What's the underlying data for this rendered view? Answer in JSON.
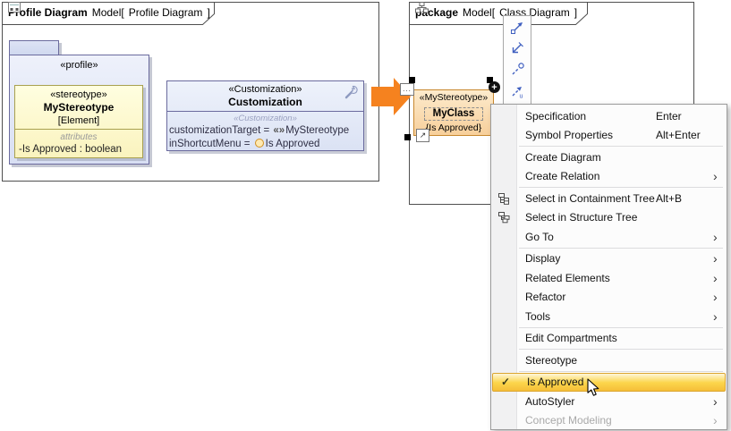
{
  "colors": {
    "orange_arrow": "#F5821F",
    "frame_border": "#4F4F4F",
    "package_fill": "#E6EBF8",
    "package_border": "#6B6B9E",
    "stereotype_fill": "#FDFACE",
    "stereotype_border": "#A8A04F",
    "customization_fill": "#E7EDF9",
    "myclass_fill": "#FAD9A8",
    "myclass_border": "#C8882F",
    "menu_highlight_top": "#FEF6D8",
    "menu_highlight_bottom": "#F5BE38",
    "menu_highlight_border": "#DBA52F",
    "toolbar_icon_blue": "#4060C0"
  },
  "glyphs": {
    "submenu_arrow": "›",
    "checkmark": "✓",
    "plus": "+",
    "dots": "...",
    "corner_arrow": "↗",
    "guillemets": "«»"
  },
  "left_diagram": {
    "title": "Profile Diagram",
    "owner": "Model[",
    "diagram_name": "Profile Diagram",
    "close_bracket": "]",
    "package_label": "«profile»",
    "stereotype_class": {
      "stereotype": "«stereotype»",
      "name": "MyStereotype",
      "metaclass": "[Element]",
      "compartment": "attributes",
      "attribute": "-Is Approved : boolean"
    },
    "customization_class": {
      "stereotype": "«Customization»",
      "name": "Customization",
      "body_stereotype": "«Customization»",
      "target_label": "customizationTarget = ",
      "target_value": "MyStereotype",
      "menu_label": "inShortcutMenu = ",
      "menu_value": "Is Approved"
    }
  },
  "right_diagram": {
    "title": "package",
    "owner": "Model[",
    "diagram_name": "Class Diagram",
    "close_bracket": "]",
    "my_class": {
      "stereotype": "«MyStereotype»",
      "name": "MyClass",
      "constraint": "{Is Approved}"
    }
  },
  "context_menu": {
    "items": [
      {
        "label": "Specification",
        "shortcut": "Enter"
      },
      {
        "label": "Symbol Properties",
        "shortcut": "Alt+Enter"
      },
      {
        "label": "Create Diagram"
      },
      {
        "label": "Create Relation",
        "has_submenu": true
      },
      {
        "label": "Select in Containment Tree",
        "shortcut": "Alt+B",
        "icon": "containment-tree-icon"
      },
      {
        "label": "Select in Structure Tree",
        "icon": "structure-tree-icon"
      },
      {
        "label": "Go To",
        "has_submenu": true
      },
      {
        "label": "Display",
        "has_submenu": true
      },
      {
        "label": "Related Elements",
        "has_submenu": true
      },
      {
        "label": "Refactor",
        "has_submenu": true
      },
      {
        "label": "Tools",
        "has_submenu": true
      },
      {
        "label": "Edit Compartments"
      },
      {
        "label": "Stereotype"
      },
      {
        "label": "Is Approved",
        "checked": true,
        "highlighted": true
      },
      {
        "label": "AutoStyler",
        "has_submenu": true
      },
      {
        "label": "Concept Modeling",
        "has_submenu": true,
        "disabled": true
      }
    ]
  }
}
